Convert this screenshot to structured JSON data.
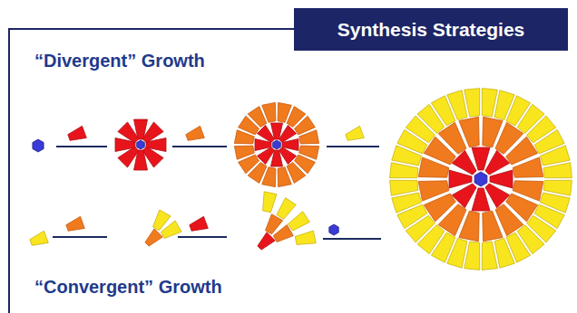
{
  "diagram": {
    "title": "Synthesis Strategies",
    "labels": [
      "“Divergent” Growth",
      "“Convergent” Growth"
    ]
  }
}
